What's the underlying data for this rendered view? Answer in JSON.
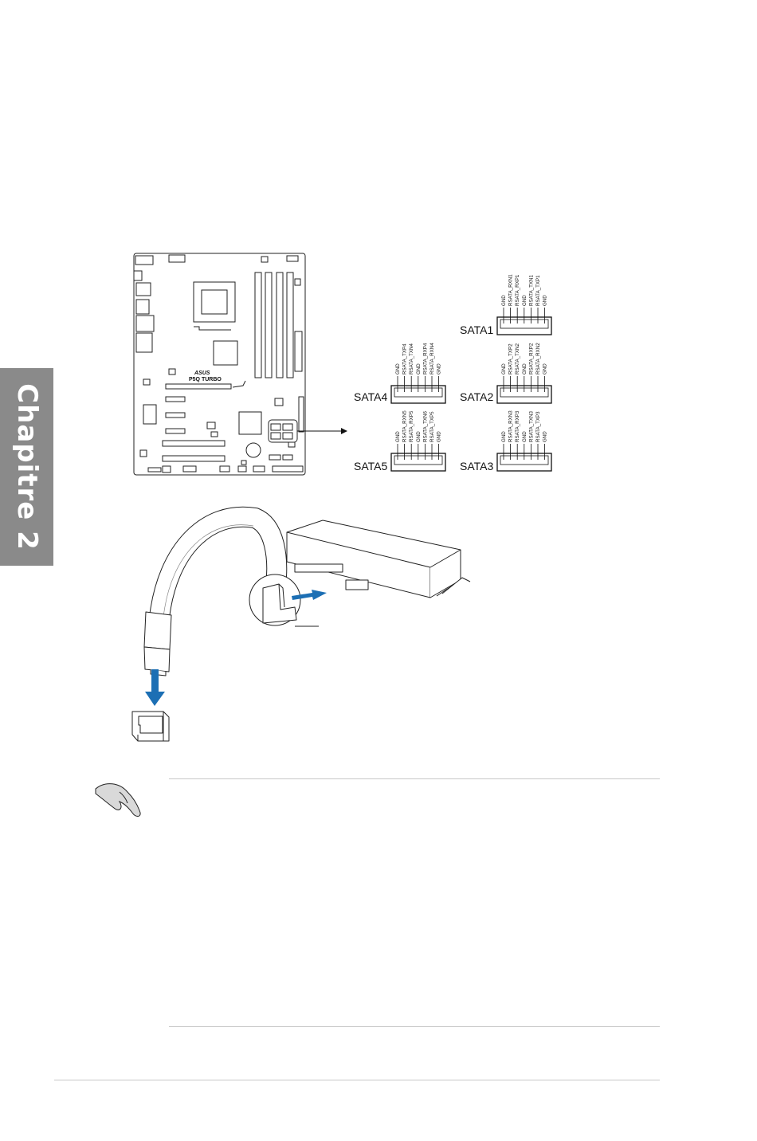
{
  "page": {
    "chapter_tab": "Chapitre 2"
  },
  "motherboard": {
    "brand": "ASUS",
    "model": "P5Q TURBO"
  },
  "connectors": [
    {
      "label": "SATA1",
      "pins": [
        "GND",
        "RSATA_RXN1",
        "RSATA_RXP1",
        "GND",
        "RSATA_TXN1",
        "RSATA_TXP1",
        "GND"
      ]
    },
    {
      "label": "SATA2",
      "pins": [
        "GND",
        "RSATA_TXP2",
        "RSATA_TXN2",
        "GND",
        "RSATA_RXP2",
        "RSATA_RXN2",
        "GND"
      ]
    },
    {
      "label": "SATA3",
      "pins": [
        "GND",
        "RSATA_RXN3",
        "RSATA_RXP3",
        "GND",
        "RSATA_TXN3",
        "RSATA_TXP3",
        "GND"
      ]
    },
    {
      "label": "SATA4",
      "pins": [
        "GND",
        "RSATA_TXP4",
        "RSATA_TXN4",
        "GND",
        "RSATA_RXP4",
        "RSATA_RXN4",
        "GND"
      ]
    },
    {
      "label": "SATA5",
      "pins": [
        "GND",
        "RSATA_RXN5",
        "RSATA_RXP5",
        "GND",
        "RSATA_TXN6",
        "RSATA_TXP5",
        "GND"
      ]
    }
  ],
  "note": {
    "icon": "hand-icon"
  }
}
